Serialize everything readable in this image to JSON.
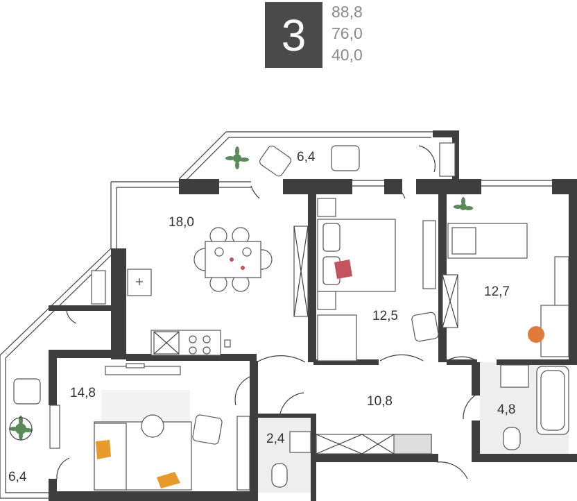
{
  "summary": {
    "rooms_count": "3",
    "areas": [
      "88,8",
      "76,0",
      "40,0"
    ]
  },
  "rooms": [
    {
      "id": "balcony-top",
      "area": "6,4"
    },
    {
      "id": "kitchen-living",
      "area": "18,0"
    },
    {
      "id": "bedroom-main",
      "area": "12,5"
    },
    {
      "id": "bedroom-small",
      "area": "12,7"
    },
    {
      "id": "living-room",
      "area": "14,8"
    },
    {
      "id": "hallway",
      "area": "10,8"
    },
    {
      "id": "bathroom",
      "area": "4,8"
    },
    {
      "id": "wc",
      "area": "2,4"
    },
    {
      "id": "balcony-left",
      "area": "6,4"
    }
  ],
  "colors": {
    "wall": "#3e3e3e",
    "badge_bg": "#4a4a4a",
    "badge_text": "#ffffff",
    "area_text": "#8a8a8a",
    "label_text": "#333333",
    "accent_pillow": "#c2545e",
    "accent_cushion": "#e79a2b",
    "accent_chair": "#e07a3c",
    "plant": "#5a8a5a",
    "tile": "#eeeeee"
  }
}
